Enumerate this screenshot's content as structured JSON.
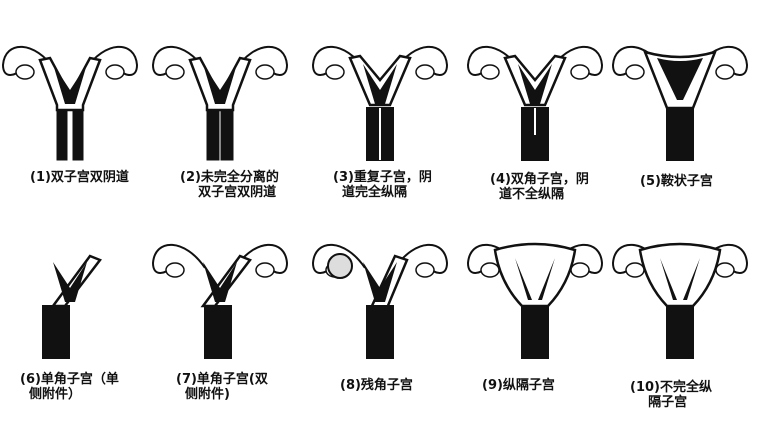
{
  "figures": [
    {
      "label": "(1)双子宫双阴道"
    },
    {
      "label": "(2)未完全分离的\n    双子宫双阴道"
    },
    {
      "label": "(3)重复子宫，阴\n  道完全纵隔"
    },
    {
      "label": "(4)双角子宫，阴\n  道不全纵隔"
    },
    {
      "label": "(5)鞍状子宫"
    },
    {
      "label": "(6)单角子宫（单\n  侧附件）"
    },
    {
      "label": "(7)单角子宫(双\n  侧附件)"
    },
    {
      "label": "(8)残角子宫"
    },
    {
      "label": "(9)纵隔子宫"
    },
    {
      "label": "(10)不完全纵\n    隔子宫"
    }
  ],
  "colors": {
    "ink": "#111111",
    "paper": "#ffffff"
  }
}
